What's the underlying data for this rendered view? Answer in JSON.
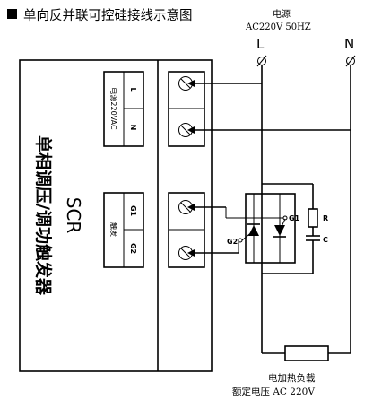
{
  "title": "单向反并联可控硅接线示意图",
  "power_source": {
    "label": "电源",
    "spec": "AC220V  50HZ",
    "terminal_l": "L",
    "terminal_n": "N"
  },
  "module": {
    "name": "SCR",
    "subtitle": "单相调压/调功触发器",
    "terminal_power_caption": "电源220VAC",
    "terminal_trigger_caption": "触发",
    "terminals": {
      "t1": "L",
      "t2": "N",
      "t3": "G1",
      "t4": "G2"
    }
  },
  "components": {
    "scr_gate1": "G1",
    "scr_gate2": "G2",
    "resistor": "R",
    "capacitor": "C"
  },
  "load": {
    "label": "电加热负载",
    "rating": "额定电压 AC 220V"
  }
}
